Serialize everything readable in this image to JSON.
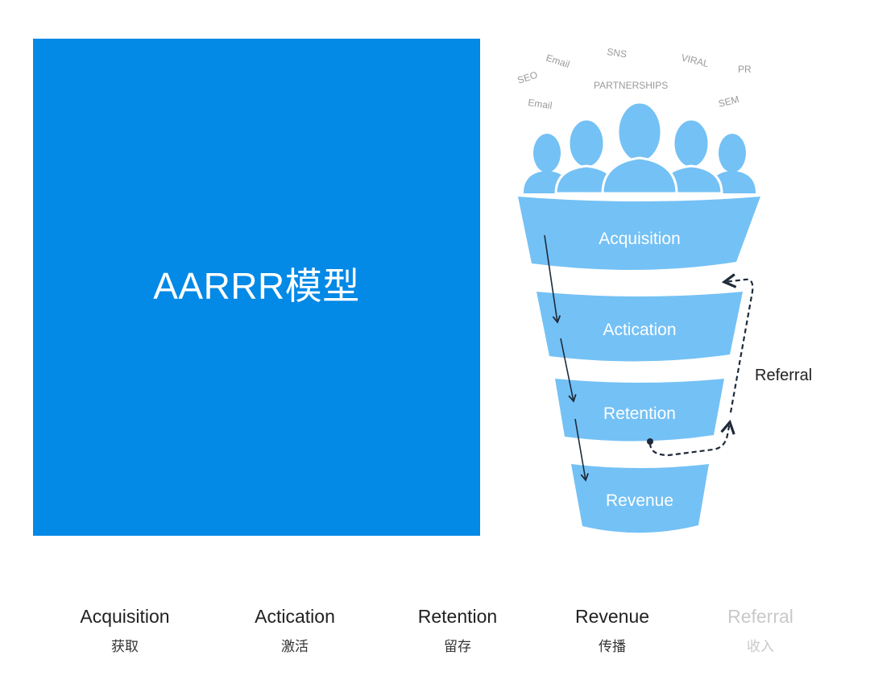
{
  "hero": {
    "title": "AARRR模型"
  },
  "diagram": {
    "channels": [
      "Email",
      "SEO",
      "Email",
      "SNS",
      "PARTNERSHIPS",
      "VIRAL",
      "PR",
      "SEM"
    ],
    "stages": [
      "Acquisition",
      "Actication",
      "Retention",
      "Revenue"
    ],
    "referral_label": "Referral",
    "colors": {
      "funnel": "#74c1f5",
      "people": "#74c1f5",
      "hero": "#0389e6",
      "arrow": "#1e2a3a",
      "channel_text": "#9a9a9a"
    }
  },
  "tabs": [
    {
      "label": "Acquisition",
      "sub": "获取",
      "active": true
    },
    {
      "label": "Actication",
      "sub": "激活",
      "active": true
    },
    {
      "label": "Retention",
      "sub": "留存",
      "active": true
    },
    {
      "label": "Revenue",
      "sub": "传播",
      "active": true
    },
    {
      "label": "Referral",
      "sub": "收入",
      "active": false
    }
  ]
}
